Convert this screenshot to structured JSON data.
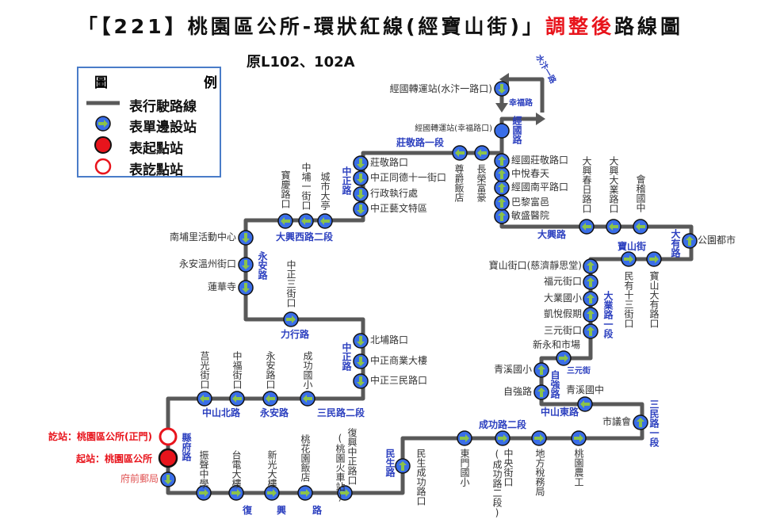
{
  "title": {
    "part1": "「【221】桃園區公所-環狀紅線(經寶山街)」",
    "highlight": "調整後",
    "part2": "路線圖"
  },
  "subtitle": "原L102、102A",
  "legend": {
    "heading_left": "圖",
    "heading_right": "例",
    "items": [
      "表行駛路線",
      "表單邊設站",
      "表起點站",
      "表訖點站"
    ]
  },
  "colors": {
    "route": "#595959",
    "stop_fill": "#3a6ee8",
    "arrow": "#8bc34a",
    "terminal": "#e8141c",
    "road_label": "#2b3fbf",
    "legend_border": "#4a7cc8"
  },
  "terminals": {
    "start": "起站：桃園區公所",
    "end": "訖站：桃園區公所(正門)"
  },
  "stations": [
    {
      "name": "府前郵局"
    },
    {
      "name": "振聲中學"
    },
    {
      "name": "台電大樓"
    },
    {
      "name": "新光大樓"
    },
    {
      "name": "桃花園飯店"
    },
    {
      "name": "復興中正路口",
      "sub": "(桃園火車站)"
    },
    {
      "name": "民生成功路口"
    },
    {
      "name": "東門國小"
    },
    {
      "name": "中央街口",
      "sub": "(成功路二段)"
    },
    {
      "name": "地方稅務局"
    },
    {
      "name": "桃園農工"
    },
    {
      "name": "市議會"
    },
    {
      "name": "青溪國中"
    },
    {
      "name": "自強路"
    },
    {
      "name": "青溪國小"
    },
    {
      "name": "新永和市場"
    },
    {
      "name": "三元街口"
    },
    {
      "name": "凱悅假期"
    },
    {
      "name": "大業國小"
    },
    {
      "name": "福元街口"
    },
    {
      "name": "寶山街口(慈濟靜思堂)"
    },
    {
      "name": "民有十三街口"
    },
    {
      "name": "寶山大有路口"
    },
    {
      "name": "公園都市"
    },
    {
      "name": "會稽國中"
    },
    {
      "name": "大興大業路口"
    },
    {
      "name": "大興春日路口"
    },
    {
      "name": "敏盛醫院"
    },
    {
      "name": "巴黎富邑"
    },
    {
      "name": "經國南平路口"
    },
    {
      "name": "中悅春天"
    },
    {
      "name": "經國莊敬路口"
    },
    {
      "name": "經國轉運站(幸福路口)"
    },
    {
      "name": "經國轉運站(水汴一路口)"
    },
    {
      "name": "長榮富豪"
    },
    {
      "name": "尊爵飯店"
    },
    {
      "name": "莊敬路口"
    },
    {
      "name": "中正同德十一街口"
    },
    {
      "name": "行政執行處"
    },
    {
      "name": "中正藝文特區"
    },
    {
      "name": "城市大亭"
    },
    {
      "name": "中埔一街口"
    },
    {
      "name": "寶慶路口"
    },
    {
      "name": "南埔里活動中心"
    },
    {
      "name": "永安溫州街口"
    },
    {
      "name": "蓮華寺"
    },
    {
      "name": "中正三街口"
    },
    {
      "name": "北埔路口"
    },
    {
      "name": "中正商業大樓"
    },
    {
      "name": "中正三民路口"
    },
    {
      "name": "成功國小"
    },
    {
      "name": "永安路口"
    },
    {
      "name": "中福街口"
    },
    {
      "name": "莒光街口"
    }
  ],
  "roads": [
    "水汴一路",
    "幸福路",
    "經國路",
    "莊敬路一段",
    "中正路",
    "大興西路二段",
    "永安路",
    "力行路",
    "中正路",
    "中山北路",
    "永安路",
    "三民路二段",
    "縣府路",
    "復",
    "興",
    "路",
    "民生路",
    "成功路二段",
    "中山東路",
    "自強路",
    "三元街",
    "三民路一段",
    "大業路一段",
    "寶山街",
    "大有路",
    "大興路"
  ]
}
